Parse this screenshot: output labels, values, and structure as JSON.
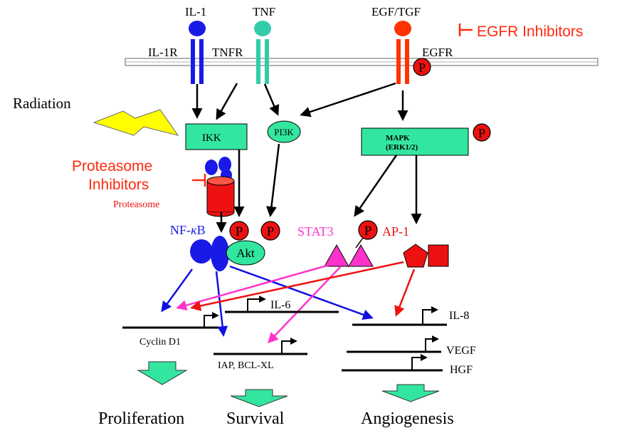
{
  "ligands": {
    "il1": "IL-1",
    "tnf": "TNF",
    "egf": "EGF/TGF"
  },
  "receptors": {
    "il1r": "IL-1R",
    "tnfr": "TNFR",
    "egfr": "EGFR"
  },
  "inhibitors": {
    "egfr": "EGFR Inhibitors",
    "proteasome_line1": "Proteasome",
    "proteasome_line2": "Inhibitors",
    "proteasome_label": "Proteasome"
  },
  "stimuli": {
    "radiation": "Radiation"
  },
  "kinases": {
    "ikk": "IKK",
    "pi3k": "PI3K",
    "mapk_line1": "MAPK",
    "mapk_line2": "(ERK1/2)",
    "akt": "Akt"
  },
  "phospho": "P",
  "tfs": {
    "nfkb_prefix": "NF-",
    "nfkb_kappa": "κ",
    "nfkb_suffix": "B",
    "stat3": "STAT3",
    "ap1": "AP-1"
  },
  "genes": {
    "cyclin": "Cyclin D1",
    "il6": "IL-6",
    "iap": "IAP, BCL-XL",
    "il8": "IL-8",
    "vegf": "VEGF",
    "hgf": "HGF"
  },
  "outcomes": {
    "proliferation": "Proliferation",
    "survival": "Survival",
    "angiogenesis": "Angiogenesis"
  },
  "colors": {
    "blue": "#1010e0",
    "teal": "#2fd9a6",
    "red": "#ff3300",
    "magenta": "#ff33cc",
    "inhibitor_red": "#ff2a10",
    "box_green": "#33e6a0",
    "radiation_yellow": "#ffff00"
  }
}
